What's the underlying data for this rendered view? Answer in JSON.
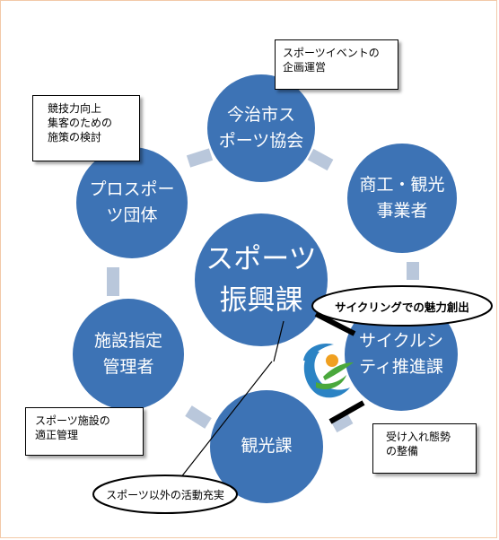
{
  "colors": {
    "circle": "#3d73b5",
    "ring": "#b9c7db",
    "frame": "#f2c9a8"
  },
  "center": {
    "label": "スポーツ\n振興課"
  },
  "nodes": [
    {
      "id": "imabari",
      "label": "今治市ス\nポーツ協会"
    },
    {
      "id": "shoko",
      "label": "商工・観光\n事業者"
    },
    {
      "id": "cycle",
      "label": "サイクルシ\nティ推進課"
    },
    {
      "id": "kanko",
      "label": "観光課"
    },
    {
      "id": "shisetsu",
      "label": "施設指定\n管理者"
    },
    {
      "id": "pro",
      "label": "プロスポー\nツ団体"
    }
  ],
  "notes": {
    "event": "スポーツイベントの\n企画運営",
    "kyogi": "競技力向上\n集客のための\n施策の検討",
    "shisetsu": "スポーツ施設の\n適正管理",
    "ukeire": "受け入れ態勢\nの整備"
  },
  "ovals": {
    "cycling": "サイクリングでの魅力創出",
    "other": "スポーツ以外の活動充実"
  },
  "logo": {
    "name": "cycle-city-logo"
  }
}
